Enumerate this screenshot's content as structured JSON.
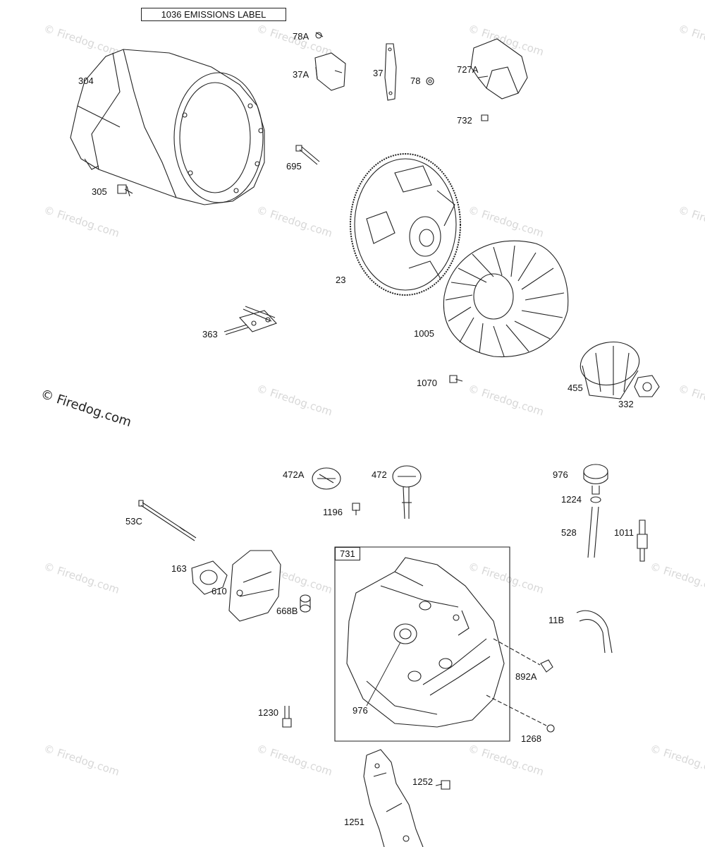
{
  "emissions_label": "1036 EMISSIONS LABEL",
  "group_box_label": "731",
  "copyright": "© Firedog.com",
  "watermark": "© Firedog.com",
  "parts": {
    "p304": "304",
    "p305": "305",
    "p78A": "78A",
    "p37A": "37A",
    "p37": "37",
    "p78": "78",
    "p727A": "727A",
    "p732": "732",
    "p695": "695",
    "p23": "23",
    "p363": "363",
    "p1005": "1005",
    "p1070": "1070",
    "p455": "455",
    "p332": "332",
    "p472A": "472A",
    "p472": "472",
    "p1196": "1196",
    "p976a": "976",
    "p1224": "1224",
    "p528": "528",
    "p1011": "1011",
    "p53C": "53C",
    "p163": "163",
    "p610": "610",
    "p668B": "668B",
    "p11B": "11B",
    "p892A": "892A",
    "p976b": "976",
    "p1230": "1230",
    "p1268": "1268",
    "p1252": "1252",
    "p1251": "1251"
  }
}
